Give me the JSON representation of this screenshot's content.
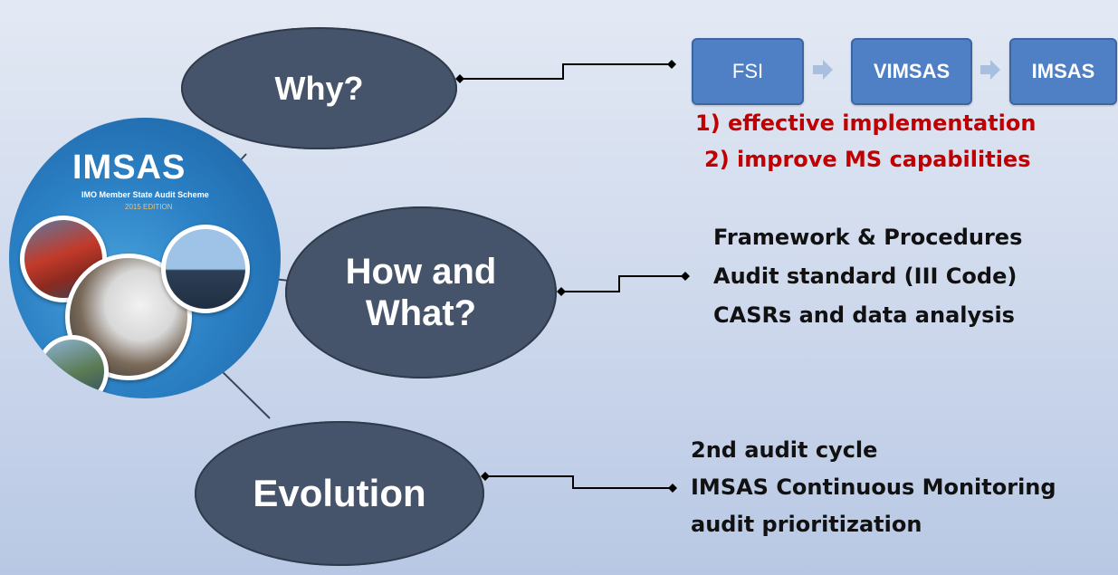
{
  "nodes": {
    "why": "Why?",
    "how": "How and\nWhat?",
    "evolution": "Evolution"
  },
  "why_branch": {
    "steps": [
      "FSI",
      "VIMSAS",
      "IMSAS"
    ],
    "notes": [
      "1) effective implementation",
      "2) improve MS capabilities"
    ]
  },
  "how_branch": {
    "items": [
      "Framework & Procedures",
      "Audit standard (III Code)",
      "CASRs and data analysis"
    ]
  },
  "evolution_branch": {
    "items": [
      "2nd  audit cycle",
      "IMSAS Continuous Monitoring",
      "audit prioritization"
    ]
  },
  "cover": {
    "title": "IMSAS",
    "subtitle": "IMO Member State Audit Scheme",
    "edition": "2015 EDITION"
  },
  "colors": {
    "oval_fill": "#45546a",
    "step_fill": "#4f7fc4",
    "note_red": "#c00000",
    "chevron": "#a9bfe0"
  },
  "icons": {
    "step_arrow": "chevron-right-icon"
  }
}
